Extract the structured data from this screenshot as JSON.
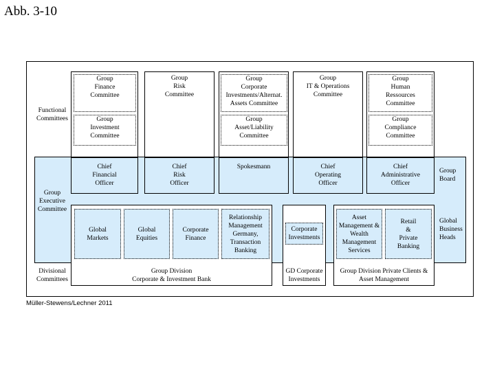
{
  "title": "Abb. 3-10",
  "rows": {
    "functional": "Functional\nCommittees",
    "executive": "Group\nExecutive\nCommittee",
    "divisional": "Divisional\nCommittees"
  },
  "functional_top": [
    "Group\nFinance\nCommittee",
    "Group\nRisk\nCommittee",
    "Group\nCorporate\nInvestments/Alternat.\nAssets Committee",
    "Group\nIT & Operations\nCommittee",
    "Group\nHuman\nRessources\nCommittee"
  ],
  "functional_bottom": [
    "Group\nInvestment\nCommittee",
    "Group\nAsset/Liability\nCommittee",
    "Group\nCompliance\nCommittee"
  ],
  "officers": [
    "Chief\nFinancial\nOfficer",
    "Chief\nRisk\nOfficer",
    "Spokesmann",
    "Chief\nOperating\nOfficer",
    "Chief\nAdministrative\nOfficer"
  ],
  "group_board": "Group\nBoard",
  "global_business_heads": "Global\nBusiness\nHeads",
  "business_units": [
    "Global\nMarkets",
    "Global\nEquities",
    "Corporate\nFinance",
    "Relationship\nManagement\nGermany,\nTransaction\nBanking",
    "Corporate\nInvestments",
    "Asset\nManagement &\nWealth\nManagement\nServices",
    "Retail\n&\nPrivate\nBanking"
  ],
  "divisions": [
    "Group Division\nCorporate & Investment Bank",
    "GD Corporate\nInvestments",
    "Group Division Private Clients &\nAsset Management"
  ],
  "source": "Müller-Stewens/Lechner 2011"
}
